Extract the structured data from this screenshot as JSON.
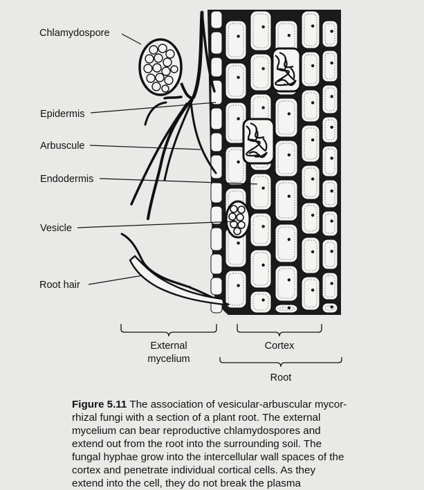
{
  "labels": {
    "chlamydospore": "Chlamydospore",
    "epidermis": "Epidermis",
    "arbuscule": "Arbuscule",
    "endodermis": "Endodermis",
    "vesicle": "Vesicle",
    "root_hair": "Root hair",
    "external_mycelium_1": "External",
    "external_mycelium_2": "mycelium",
    "cortex": "Cortex",
    "root": "Root"
  },
  "caption": {
    "figure_number": "Figure 5.11",
    "lines": [
      "The association of vesicular-arbuscular mycor-",
      "rhizal fungi with a section of a plant root. The external",
      "mycelium can bear reproductive chlamydospores and",
      "extend out from the root into the surrounding soil. The",
      "fungal hyphae grow into the intercellular wall spaces of the",
      "cortex and penetrate individual cortical cells. As they",
      "extend into the cell, they do not break the plasma"
    ]
  },
  "colors": {
    "background": "#e9e9e7",
    "ink": "#111111",
    "cell_fill": "#f4f4f2"
  }
}
